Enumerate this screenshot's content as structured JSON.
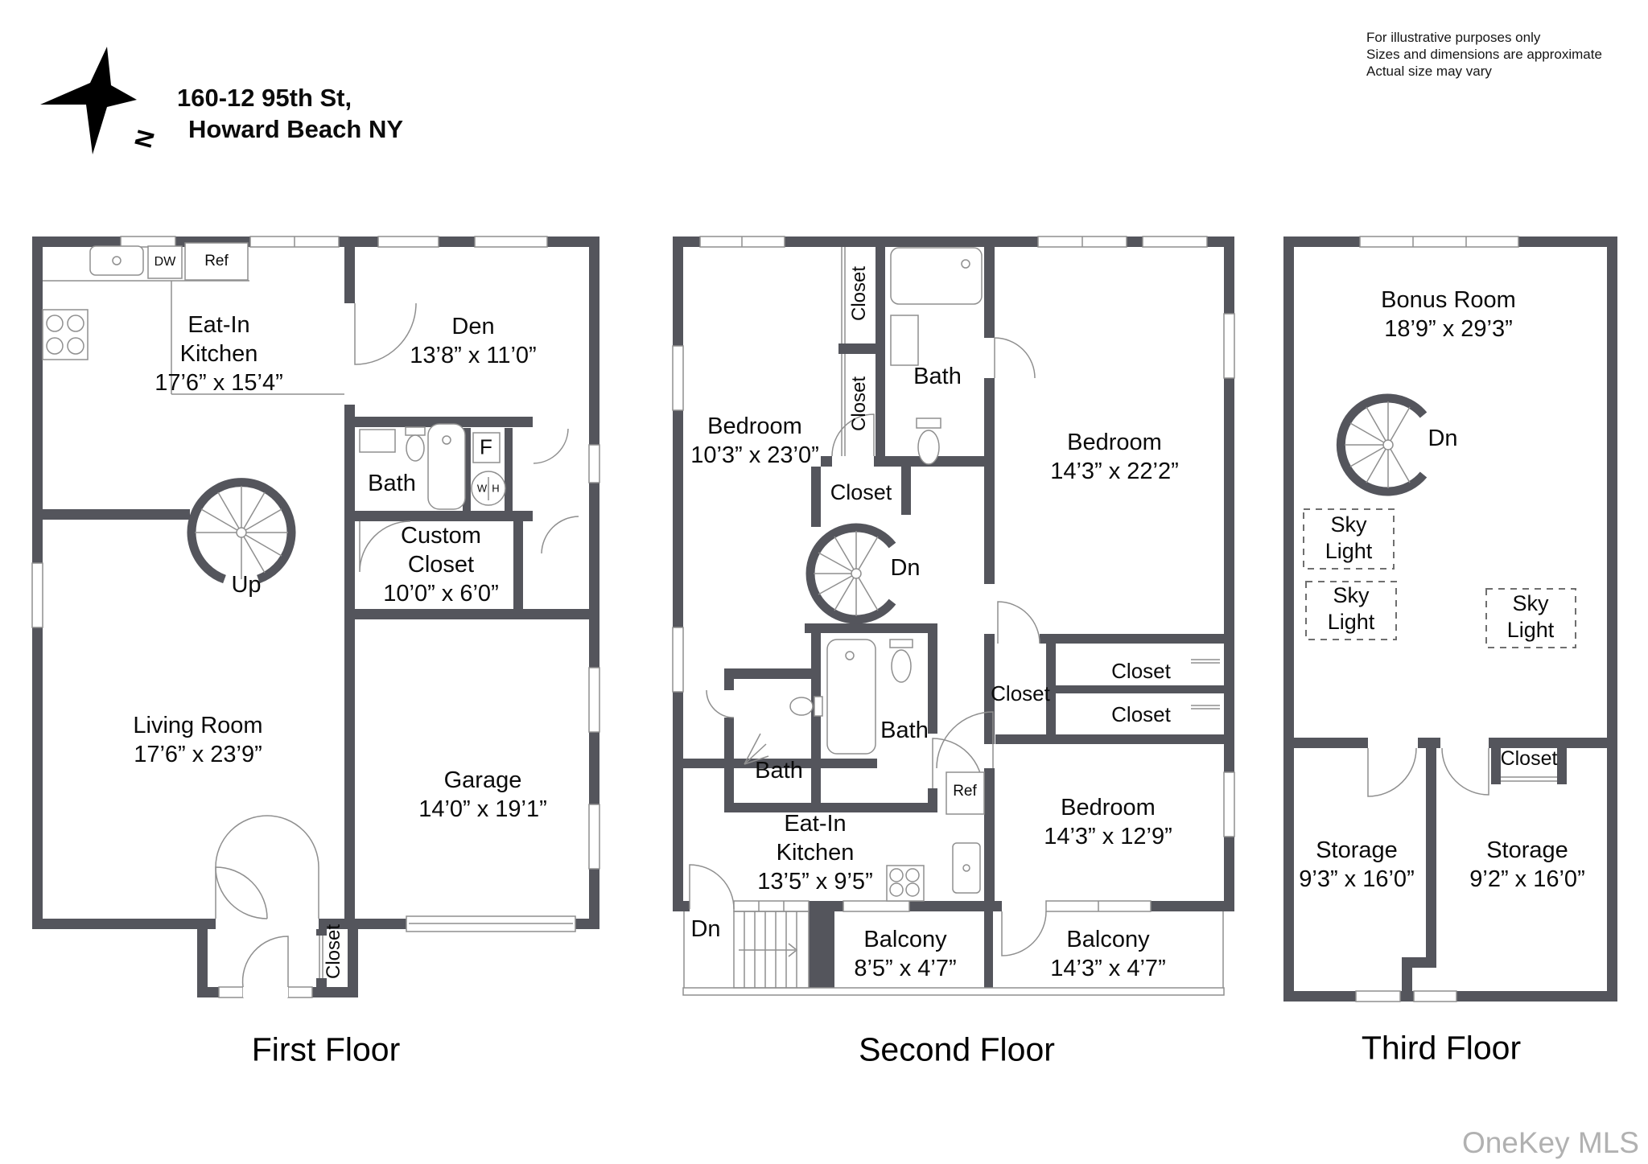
{
  "header": {
    "compass_letter": "N",
    "address_line1": "160-12 95th St,",
    "address_line2": "Howard Beach NY",
    "disclaimer": [
      "For illustrative purposes only",
      "Sizes and dimensions are approximate",
      "Actual size may vary"
    ]
  },
  "floors": [
    {
      "title": "First Floor",
      "rooms": {
        "kitchen": {
          "name": "Eat-In Kitchen",
          "dims": "17’6” x 15’4”"
        },
        "den": {
          "name": "Den",
          "dims": "13’8” x 11’0”"
        },
        "bath": {
          "name": "Bath"
        },
        "custom_closet": {
          "name": "Custom Closet",
          "dims": "10’0” x 6’0”"
        },
        "living_room": {
          "name": "Living Room",
          "dims": "17’6” x 23’9”"
        },
        "garage": {
          "name": "Garage",
          "dims": "14’0” x 19’1”"
        },
        "entry_closet": {
          "name": "Closet"
        },
        "stairs_up": {
          "name": "Up"
        }
      },
      "appliances": {
        "dishwasher": "DW",
        "refrigerator": "Ref",
        "furnace": "F",
        "water_heater_w": "W",
        "water_heater_h": "H"
      }
    },
    {
      "title": "Second Floor",
      "rooms": {
        "bedroom_left": {
          "name": "Bedroom",
          "dims": "10’3” x 23’0”"
        },
        "closet_top": {
          "name": "Closet"
        },
        "closet_mid_left": {
          "name": "Closet"
        },
        "bath_top": {
          "name": "Bath"
        },
        "bedroom_right": {
          "name": "Bedroom",
          "dims": "14’3” x 22’2”"
        },
        "closet_stairs": {
          "name": "Closet"
        },
        "stairs_down_spiral": {
          "name": "Dn"
        },
        "bath_left": {
          "name": "Bath"
        },
        "bath_right": {
          "name": "Bath"
        },
        "closet_hall": {
          "name": "Closet"
        },
        "closet_row_top": {
          "name": "Closet"
        },
        "closet_row_bottom": {
          "name": "Closet"
        },
        "kitchen": {
          "name": "Eat-In Kitchen",
          "dims": "13’5” x 9’5”"
        },
        "bedroom_bottom": {
          "name": "Bedroom",
          "dims": "14’3” x 12’9”"
        },
        "stairs_down": {
          "name": "Dn"
        },
        "balcony_left": {
          "name": "Balcony",
          "dims": "8’5” x 4’7”"
        },
        "balcony_right": {
          "name": "Balcony",
          "dims": "14’3” x 4’7”"
        }
      },
      "appliances": {
        "refrigerator": "Ref"
      }
    },
    {
      "title": "Third Floor",
      "rooms": {
        "bonus_room": {
          "name": "Bonus Room",
          "dims": "18’9” x 29’3”"
        },
        "stairs_down": {
          "name": "Dn"
        },
        "skylight_1": {
          "name": "Sky Light"
        },
        "skylight_2": {
          "name": "Sky Light"
        },
        "skylight_3": {
          "name": "Sky Light"
        },
        "closet": {
          "name": "Closet"
        },
        "storage_left": {
          "name": "Storage",
          "dims": "9’3” x 16’0”"
        },
        "storage_right": {
          "name": "Storage",
          "dims": "9’2” x 16’0”"
        }
      }
    }
  ],
  "watermark": "OneKey MLS",
  "colors": {
    "wall": "#54555c",
    "line": "#8f8f8f",
    "watermark": "#b1b1b1"
  }
}
